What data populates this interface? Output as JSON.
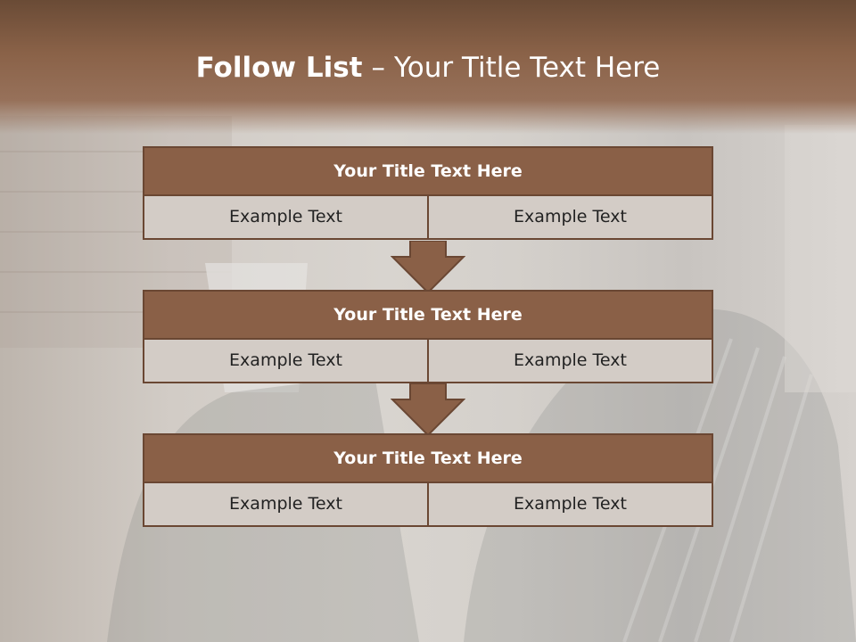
{
  "slide": {
    "title_bold": "Follow List",
    "title_sep": "–",
    "title_rest": "Your Title Text Here"
  },
  "blocks": [
    {
      "title": "Your Title Text Here",
      "left": "Example Text",
      "right": "Example Text"
    },
    {
      "title": "Your Title Text Here",
      "left": "Example Text",
      "right": "Example Text"
    },
    {
      "title": "Your Title Text Here",
      "left": "Example Text",
      "right": "Example Text"
    }
  ],
  "colors": {
    "header": "#8a6248",
    "block_title": "#8a6047",
    "block_border": "#6a4733",
    "cell_bg": "#d3ccc6"
  }
}
